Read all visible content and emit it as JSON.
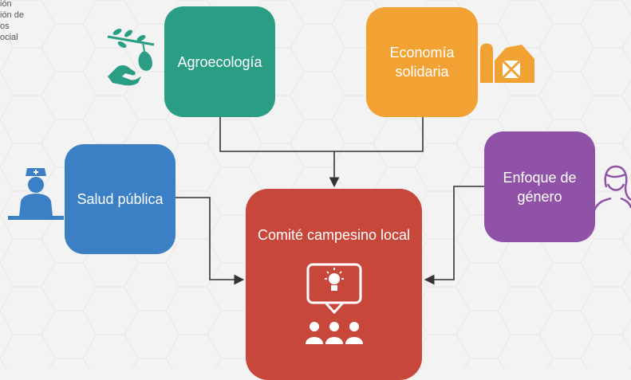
{
  "corner_text": "ión\nión de\nos\nocial",
  "colors": {
    "agroecologia": "#2a9e85",
    "economia": "#f2a233",
    "salud": "#3b7fc4",
    "genero": "#8f52a6",
    "comite": "#c8473b",
    "connector": "#333333"
  },
  "nodes": {
    "agroecologia": {
      "label": "Agroecología",
      "icon": "branch-pear-hand-icon"
    },
    "economia": {
      "label": "Economía\nsolidaria",
      "icon": "barn-icon"
    },
    "salud": {
      "label": "Salud pública",
      "icon": "nurse-icon"
    },
    "genero": {
      "label": "Enfoque de\ngénero",
      "icon": "woman-icon"
    },
    "comite": {
      "label": "Comité campesino local",
      "icon": "presentation-group-icon"
    }
  }
}
